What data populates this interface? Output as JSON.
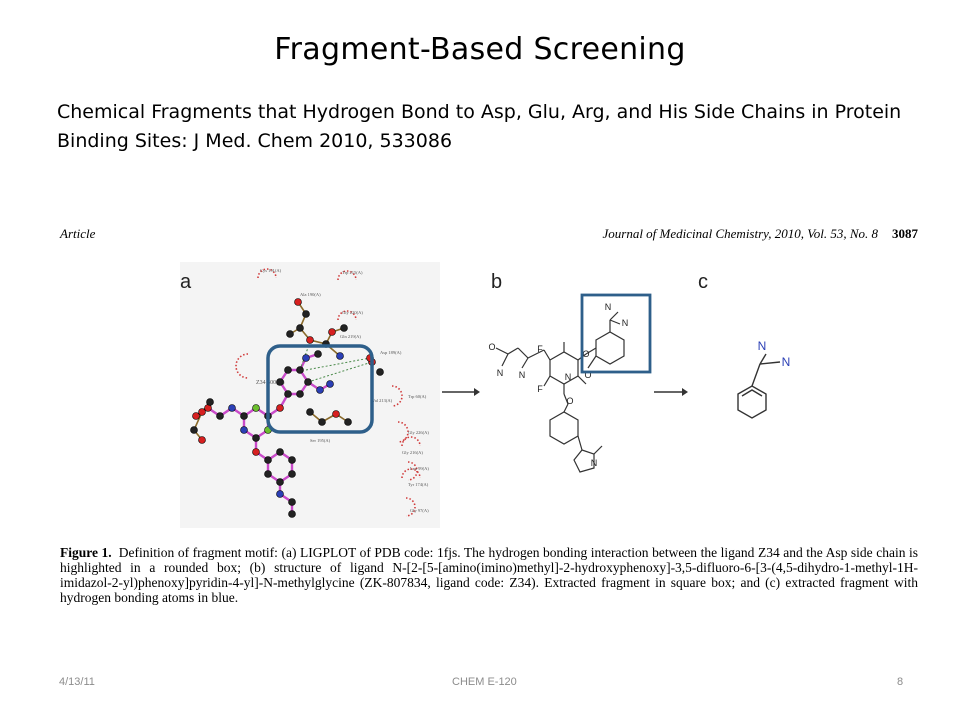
{
  "slide": {
    "title": "Fragment-Based  Screening",
    "subtitle": "Chemical Fragments that Hydrogen Bond to Asp, Glu, Arg, and His Side Chains in Protein Binding Sites: J Med. Chem 2010, 533086"
  },
  "figure": {
    "header_left": "Article",
    "header_right": "Journal of Medicinal Chemistry, 2010, Vol. 53, No. 8",
    "header_page": "3087",
    "panel_labels": [
      "a",
      "b",
      "c"
    ],
    "ligplot_labels": [
      "Cys 191(A)",
      "Trp 215(A)",
      "Ala 190(A)",
      "Gly 220(A)",
      "Gln 219(A)",
      "Asp 189(A)",
      "Z34 500(A)",
      "Ser 195(A)",
      "Val 213(A)",
      "Trp 60(A)",
      "Gly 226(A)",
      "Gly 216(A)",
      "Leu 99(A)",
      "Gly 97(A)",
      "Tyr 174(A)"
    ],
    "atom_labels": [
      "N",
      "N",
      "O",
      "O",
      "N",
      "F",
      "F",
      "O",
      "N",
      "O",
      "N",
      "N",
      "N",
      "N"
    ],
    "caption_label": "Figure 1.",
    "caption_text": "Definition of fragment motif: (a) LIGPLOT of PDB code: 1fjs. The hydrogen bonding interaction between the ligand Z34 and the Asp side chain is highlighted in a rounded box; (b) structure of ligand N-[2-[5-[amino(imino)methyl]-2-hydroxyphenoxy]-3,5-difluoro-6-[3-(4,5-dihydro-1-methyl-1H-imidazol-2-yl)phenoxy]pyridin-4-yl]-N-methylglycine (ZK-807834, ligand code: Z34). Extracted fragment in square box; and (c) extracted fragment with hydrogen bonding atoms in blue."
  },
  "footer": {
    "date": "4/13/11",
    "course": "CHEM E-120",
    "page": "8"
  },
  "colors": {
    "highlight_box": "#2e5f8a",
    "pink_bond": "#c94bc9",
    "red_atom": "#d62020",
    "blue_atom": "#2b3fb5",
    "green_atom": "#6cbe2e",
    "residue_arc": "#d03a3a"
  }
}
